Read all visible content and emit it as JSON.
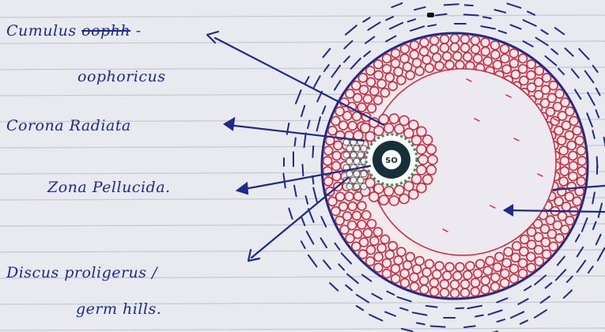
{
  "labels": {
    "cumulus_line1_prefix": "Cumulus",
    "cumulus_line1_struck": "oophh",
    "cumulus_line2": "oophoricus",
    "corona": "Corona Radiata",
    "zona": "Zona Pellucida.",
    "discus_line1": "Discus proligerus /",
    "discus_line2": "germ hills."
  },
  "center_text": "SO",
  "colors": {
    "ink": "#1d2a8c",
    "cells": "#c8283c",
    "paper": "#e9eaef",
    "ruling": "#c7c9d3",
    "margin_line": "#d86a7a",
    "nucleus": "#16303a",
    "nucleus_ring": "#3c8a55"
  }
}
